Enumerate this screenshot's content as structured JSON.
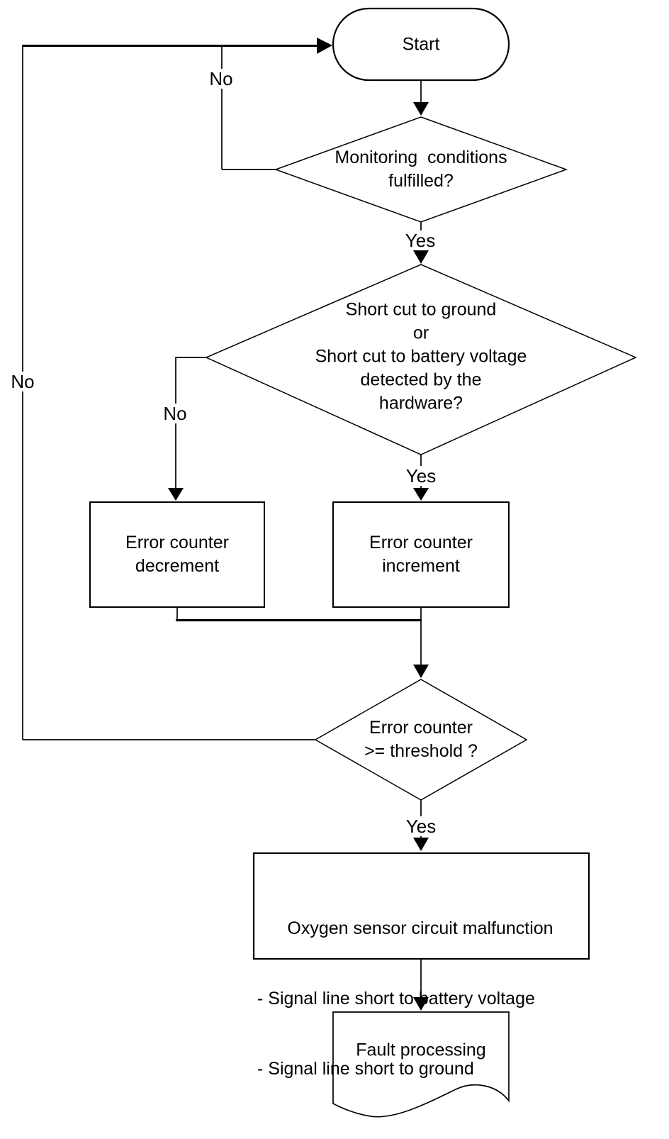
{
  "colors": {
    "background": "#ffffff",
    "line": "#000000",
    "text": "#000000"
  },
  "flowchart": {
    "start": {
      "label": "Start"
    },
    "decision_monitoring": {
      "text": "Monitoring  conditions\nfulfilled?"
    },
    "decision_short_cut": {
      "text": "Short cut to ground\nor\nShort cut to battery voltage\ndetected by the\nhardware?"
    },
    "process_decrement": {
      "text": "Error counter\ndecrement"
    },
    "process_increment": {
      "text": "Error counter\nincrement"
    },
    "decision_threshold": {
      "text": "Error counter\n>= threshold ?"
    },
    "process_malfunction": {
      "title": "Oxygen sensor circuit malfunction",
      "item1": "- Signal line short to battery voltage",
      "item2": "- Signal line short to ground"
    },
    "document_fault": {
      "label": "Fault processing"
    },
    "edge_labels": {
      "no_threshold_loop": "No",
      "no_monitoring": "No",
      "no_short_cut": "No",
      "yes_monitoring": "Yes",
      "yes_short_cut": "Yes",
      "yes_threshold": "Yes"
    }
  }
}
